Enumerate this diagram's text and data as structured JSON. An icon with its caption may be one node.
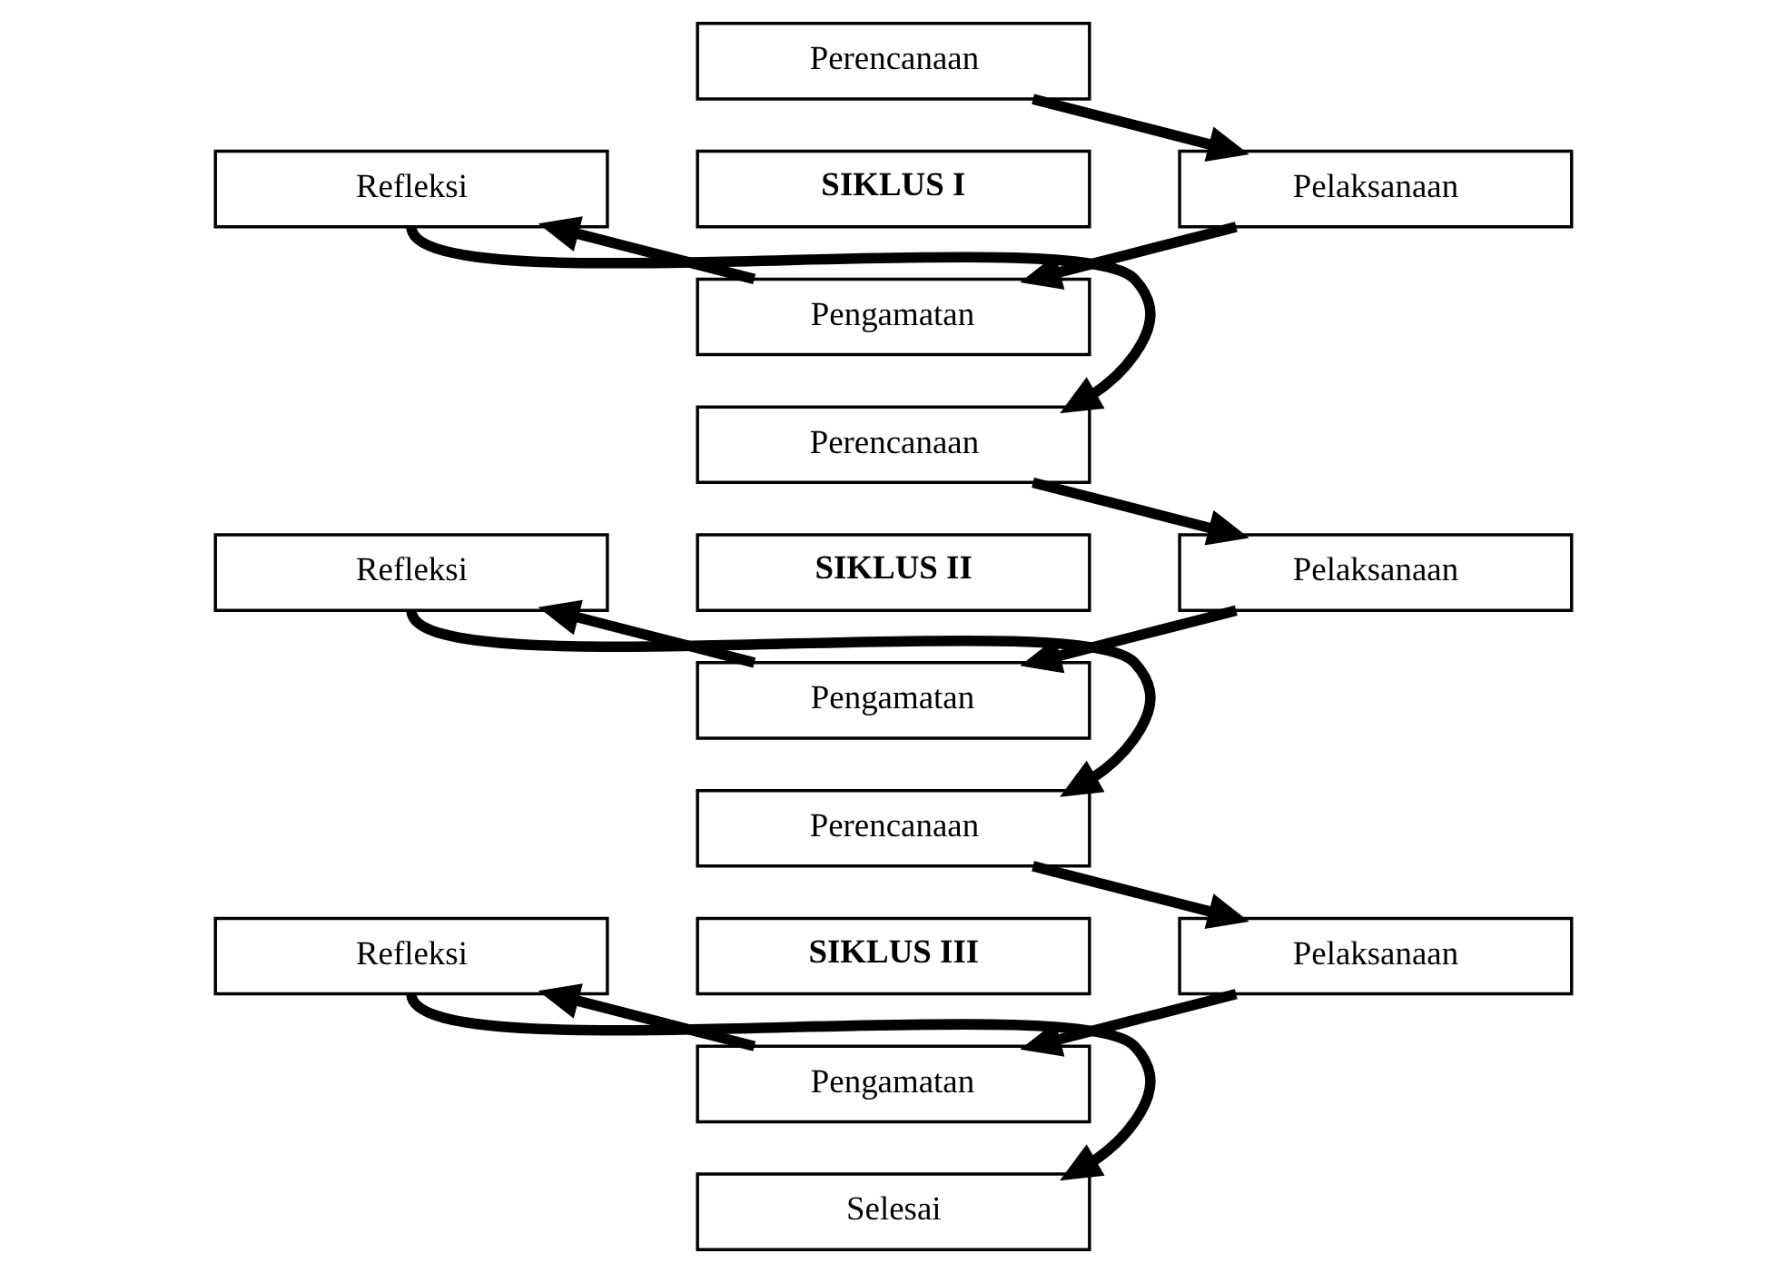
{
  "diagram": {
    "nodes": [
      {
        "text": [
          "Perencanaan"
        ]
      },
      {
        "text": [
          "Refleksi"
        ]
      },
      {
        "text": [
          "SIKLUS I"
        ]
      },
      {
        "text": [
          "Pelaksanaan"
        ]
      },
      {
        "text": [
          "Pengamatan"
        ]
      },
      {
        "text": [
          "Perencanaan"
        ]
      },
      {
        "text": [
          "Refleksi"
        ]
      },
      {
        "text": [
          "SIKLUS II"
        ]
      },
      {
        "text": [
          "Pelaksanaan"
        ]
      },
      {
        "text": [
          "Pengamatan"
        ]
      },
      {
        "text": [
          "Perencanaan"
        ]
      },
      {
        "text": [
          "Refleksi"
        ]
      },
      {
        "text": [
          "SIKLUS III"
        ]
      },
      {
        "text": [
          "Pelaksanaan"
        ]
      },
      {
        "text": [
          "Pengamatan"
        ]
      },
      {
        "text": [
          "Selesai"
        ]
      }
    ],
    "edges": [
      {
        "from": 0,
        "to": 3,
        "arrow": "to"
      },
      {
        "from": 3,
        "to": 4,
        "arrow": "to"
      },
      {
        "from": 4,
        "to": 1,
        "arrow": "to"
      },
      {
        "from": 1,
        "to": 5,
        "arrow": "to"
      },
      {
        "from": 5,
        "to": 8,
        "arrow": "to"
      },
      {
        "from": 8,
        "to": 9,
        "arrow": "to"
      },
      {
        "from": 9,
        "to": 6,
        "arrow": "to"
      },
      {
        "from": 6,
        "to": 10,
        "arrow": "to"
      },
      {
        "from": 10,
        "to": 13,
        "arrow": "to"
      },
      {
        "from": 13,
        "to": 14,
        "arrow": "to"
      },
      {
        "from": 14,
        "to": 11,
        "arrow": "to"
      },
      {
        "from": 11,
        "to": 15,
        "arrow": "to"
      }
    ]
  }
}
